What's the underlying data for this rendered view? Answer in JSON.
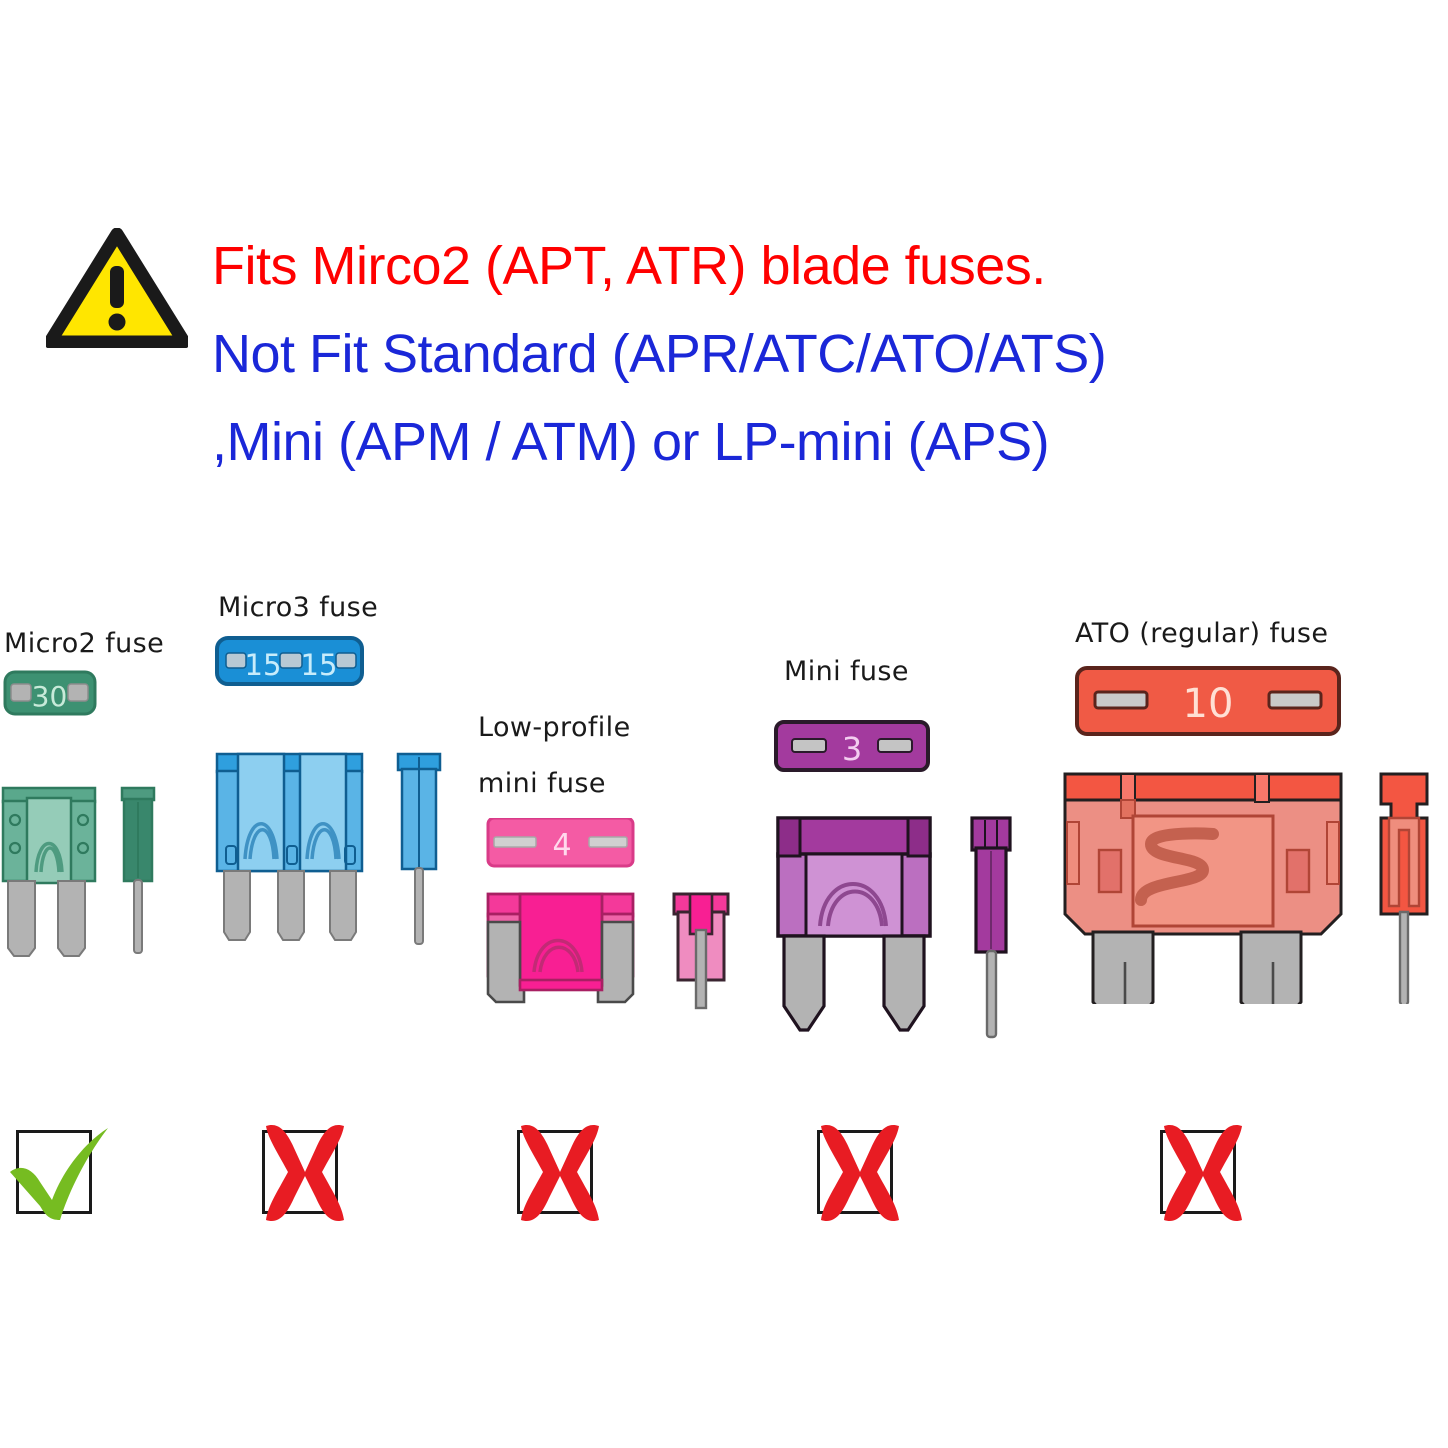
{
  "warning": {
    "icon": "warning-triangle-icon",
    "lines": [
      {
        "text": "Fits Mirco2 (APT, ATR) blade fuses.",
        "color": "#ff0000"
      },
      {
        "text": "Not Fit Standard (APR/ATC/ATO/ATS)",
        "color": "#1a27d8"
      },
      {
        "text": ",Mini (APM / ATM)  or LP-mini (APS)",
        "color": "#1a27d8"
      }
    ]
  },
  "fuses": [
    {
      "id": "micro2",
      "label": "Micro2 fuse",
      "rating": "30",
      "body_color": "#3d9172",
      "body_light": "#7fc0a4",
      "body_dark": "#2f7a5e",
      "blade_color": "#b3b3b3",
      "verdict": "check"
    },
    {
      "id": "micro3",
      "label": "Micro3 fuse",
      "rating": "15",
      "rating2": "15",
      "body_color": "#1a8fd6",
      "body_light": "#7dc3ea",
      "body_dark": "#1272ad",
      "blade_color": "#b3b3b3",
      "verdict": "cross"
    },
    {
      "id": "low-profile-mini",
      "label_line1": "Low-profile",
      "label_line2": "mini fuse",
      "rating": "4",
      "body_color": "#f45ba4",
      "body_light": "#f984bd",
      "body_dark": "#e02e8a",
      "blade_color": "#b3b3b3",
      "verdict": "cross"
    },
    {
      "id": "mini",
      "label": "Mini fuse",
      "rating": "3",
      "body_color": "#a33a9e",
      "body_light": "#c887cc",
      "body_dark": "#8a2b87",
      "blade_color": "#b3b3b3",
      "verdict": "cross"
    },
    {
      "id": "ato-regular",
      "label": "ATO (regular) fuse",
      "rating": "10",
      "body_color": "#f05a45",
      "body_light": "#f09b8c",
      "body_dark": "#c94030",
      "blade_color": "#b3b3b3",
      "verdict": "cross"
    }
  ],
  "verdicts": {
    "check_color": "#76bc21",
    "cross_color": "#e81c23",
    "box_color": "#1a1a1a"
  },
  "colors": {
    "background": "#ffffff",
    "warning_yellow": "#ffe600",
    "warning_black": "#1a1a1a",
    "outline": "#231f20"
  }
}
